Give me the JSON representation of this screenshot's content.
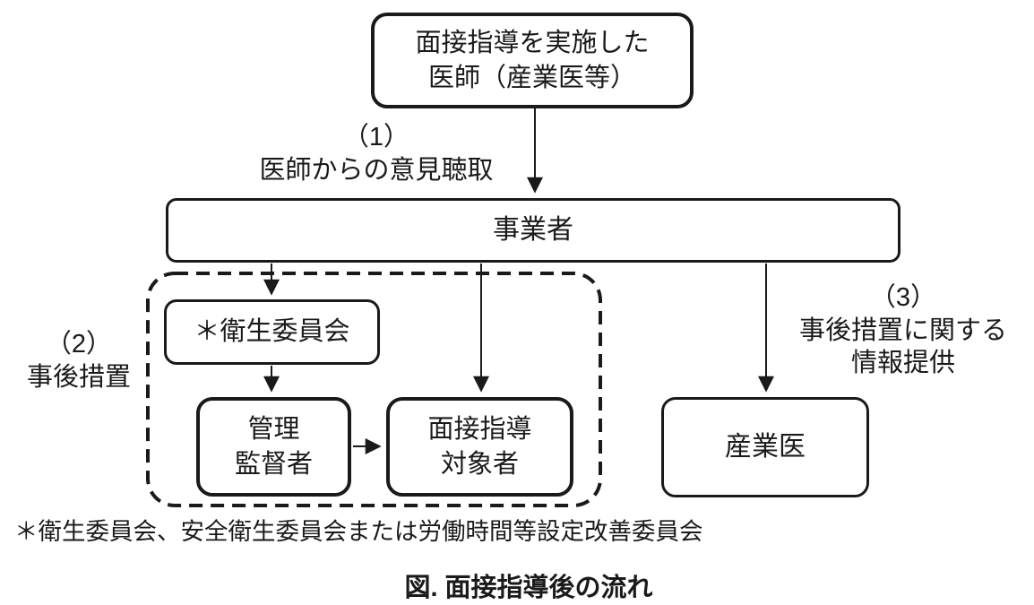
{
  "diagram": {
    "nodes": {
      "doctor": {
        "line1": "面接指導を実施した",
        "line2": "医師（産業医等）"
      },
      "employer": {
        "label": "事業者"
      },
      "health_committee": {
        "label": "＊衛生委員会"
      },
      "manager": {
        "line1": "管理",
        "line2": "監督者"
      },
      "interview_target": {
        "line1": "面接指導",
        "line2": "対象者"
      },
      "occupational_physician": {
        "label": "産業医"
      }
    },
    "labels": {
      "step1": {
        "number": "（1）",
        "text": "医師からの意見聴取"
      },
      "step2": {
        "number": "（2）",
        "text": "事後措置"
      },
      "step3": {
        "number": "（3）",
        "line1": "事後措置に関する",
        "line2": "情報提供"
      }
    },
    "footnote": "＊衛生委員会、安全衛生委員会または労働時間等設定改善委員会",
    "caption": "図. 面接指導後の流れ",
    "colors": {
      "ink": "#1a1a1a",
      "background": "#ffffff"
    }
  }
}
